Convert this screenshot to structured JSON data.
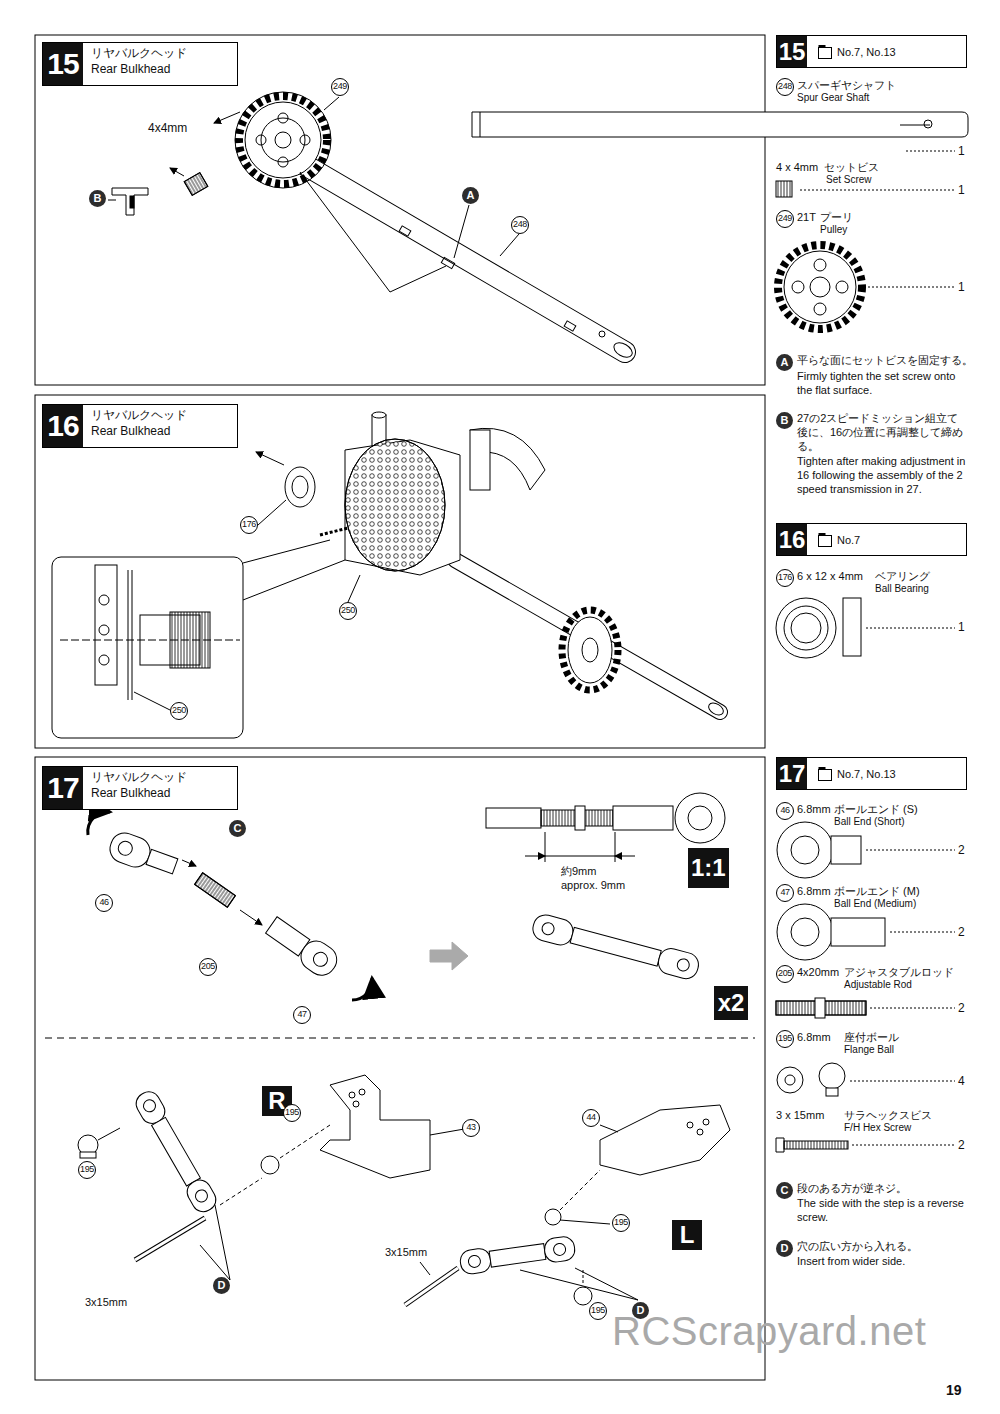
{
  "diagram": {
    "nodes": [
      {
        "text": [
          "15",
          "リヤバルクヘッド",
          "Rear Bulkhead"
        ]
      },
      {
        "text": [
          "16",
          "リヤバルクヘッド",
          "Rear Bulkhead"
        ]
      },
      {
        "text": [
          "17",
          "リヤバルクヘッド",
          "Rear Bulkhead"
        ]
      },
      {
        "text": [
          "15",
          "No.7, No.13"
        ]
      },
      {
        "text": [
          "16",
          "No.7"
        ]
      },
      {
        "text": [
          "17",
          "No.7, No.13"
        ]
      },
      {
        "text": [
          "1:1"
        ]
      },
      {
        "text": [
          "x2"
        ]
      },
      {
        "text": [
          "R"
        ]
      },
      {
        "text": [
          "L"
        ]
      }
    ],
    "labels": [
      "4x4mm",
      "249",
      "B",
      "A",
      "248",
      "248",
      "スパーギヤシャフト",
      "Spur Gear Shaft",
      "1",
      "4 x 4mm",
      "セットビス",
      "Set Screw",
      "1",
      "249",
      "21T",
      "プーリ",
      "Pulley",
      "1",
      "A",
      "平らな面にセットビスを固定する。",
      "Firmly tighten the set screw onto the flat surface.",
      "B",
      "27の2スピードミッション組立て後に、16の位置に再調整して締める。",
      "Tighten after making adjustment in 16 following the assembly of the 2 speed transmission in 27.",
      "176",
      "250",
      "250",
      "176",
      "6 x 12 x 4mm",
      "ベアリング",
      "Ball Bearing",
      "1",
      "C",
      "46",
      "205",
      "47",
      "約9mm",
      "approx. 9mm",
      "195",
      "195",
      "43",
      "44",
      "195",
      "3x15mm",
      "195",
      "D",
      "D",
      "3x15mm",
      "46",
      "6.8mm",
      "ボールエンド (S)",
      "Ball End (Short)",
      "2",
      "47",
      "6.8mm",
      "ボールエンド (M)",
      "Ball End (Medium)",
      "2",
      "205",
      "4x20mm",
      "アジャスタブルロッド",
      "Adjustable Rod",
      "2",
      "195",
      "6.8mm",
      "座付ボール",
      "Flange Ball",
      "4",
      "3 x 15mm",
      "サラヘックスビス",
      "F/H Hex Screw",
      "2",
      "C",
      "段のある方が逆ネジ。",
      "The side with the step is a reverse screw.",
      "D",
      "穴の広い方から入れる。",
      "Insert from wider side.",
      "RCScrapyard.net",
      "19"
    ]
  }
}
